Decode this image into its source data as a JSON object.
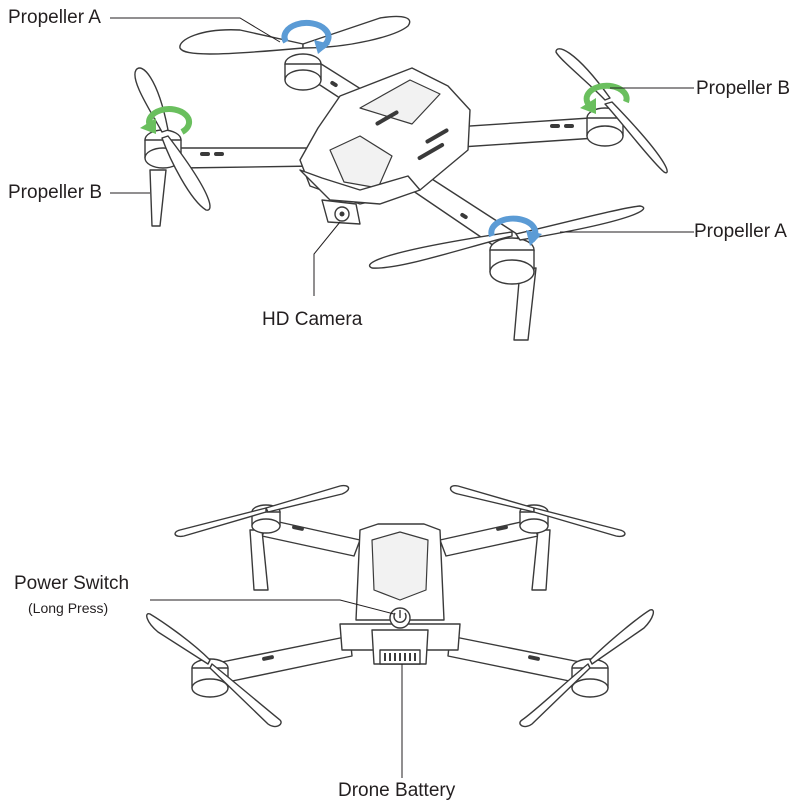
{
  "top_view": {
    "labels": {
      "propeller_a_top_left": "Propeller A",
      "propeller_b_left": "Propeller B",
      "propeller_b_right": "Propeller B",
      "propeller_a_right": "Propeller A",
      "hd_camera": "HD Camera"
    },
    "rotation_colors": {
      "propeller_a": "#5b9bd5",
      "propeller_b": "#6abf5e"
    }
  },
  "front_view": {
    "labels": {
      "power_switch": "Power Switch",
      "power_switch_note": "(Long Press)",
      "drone_battery": "Drone Battery"
    }
  }
}
